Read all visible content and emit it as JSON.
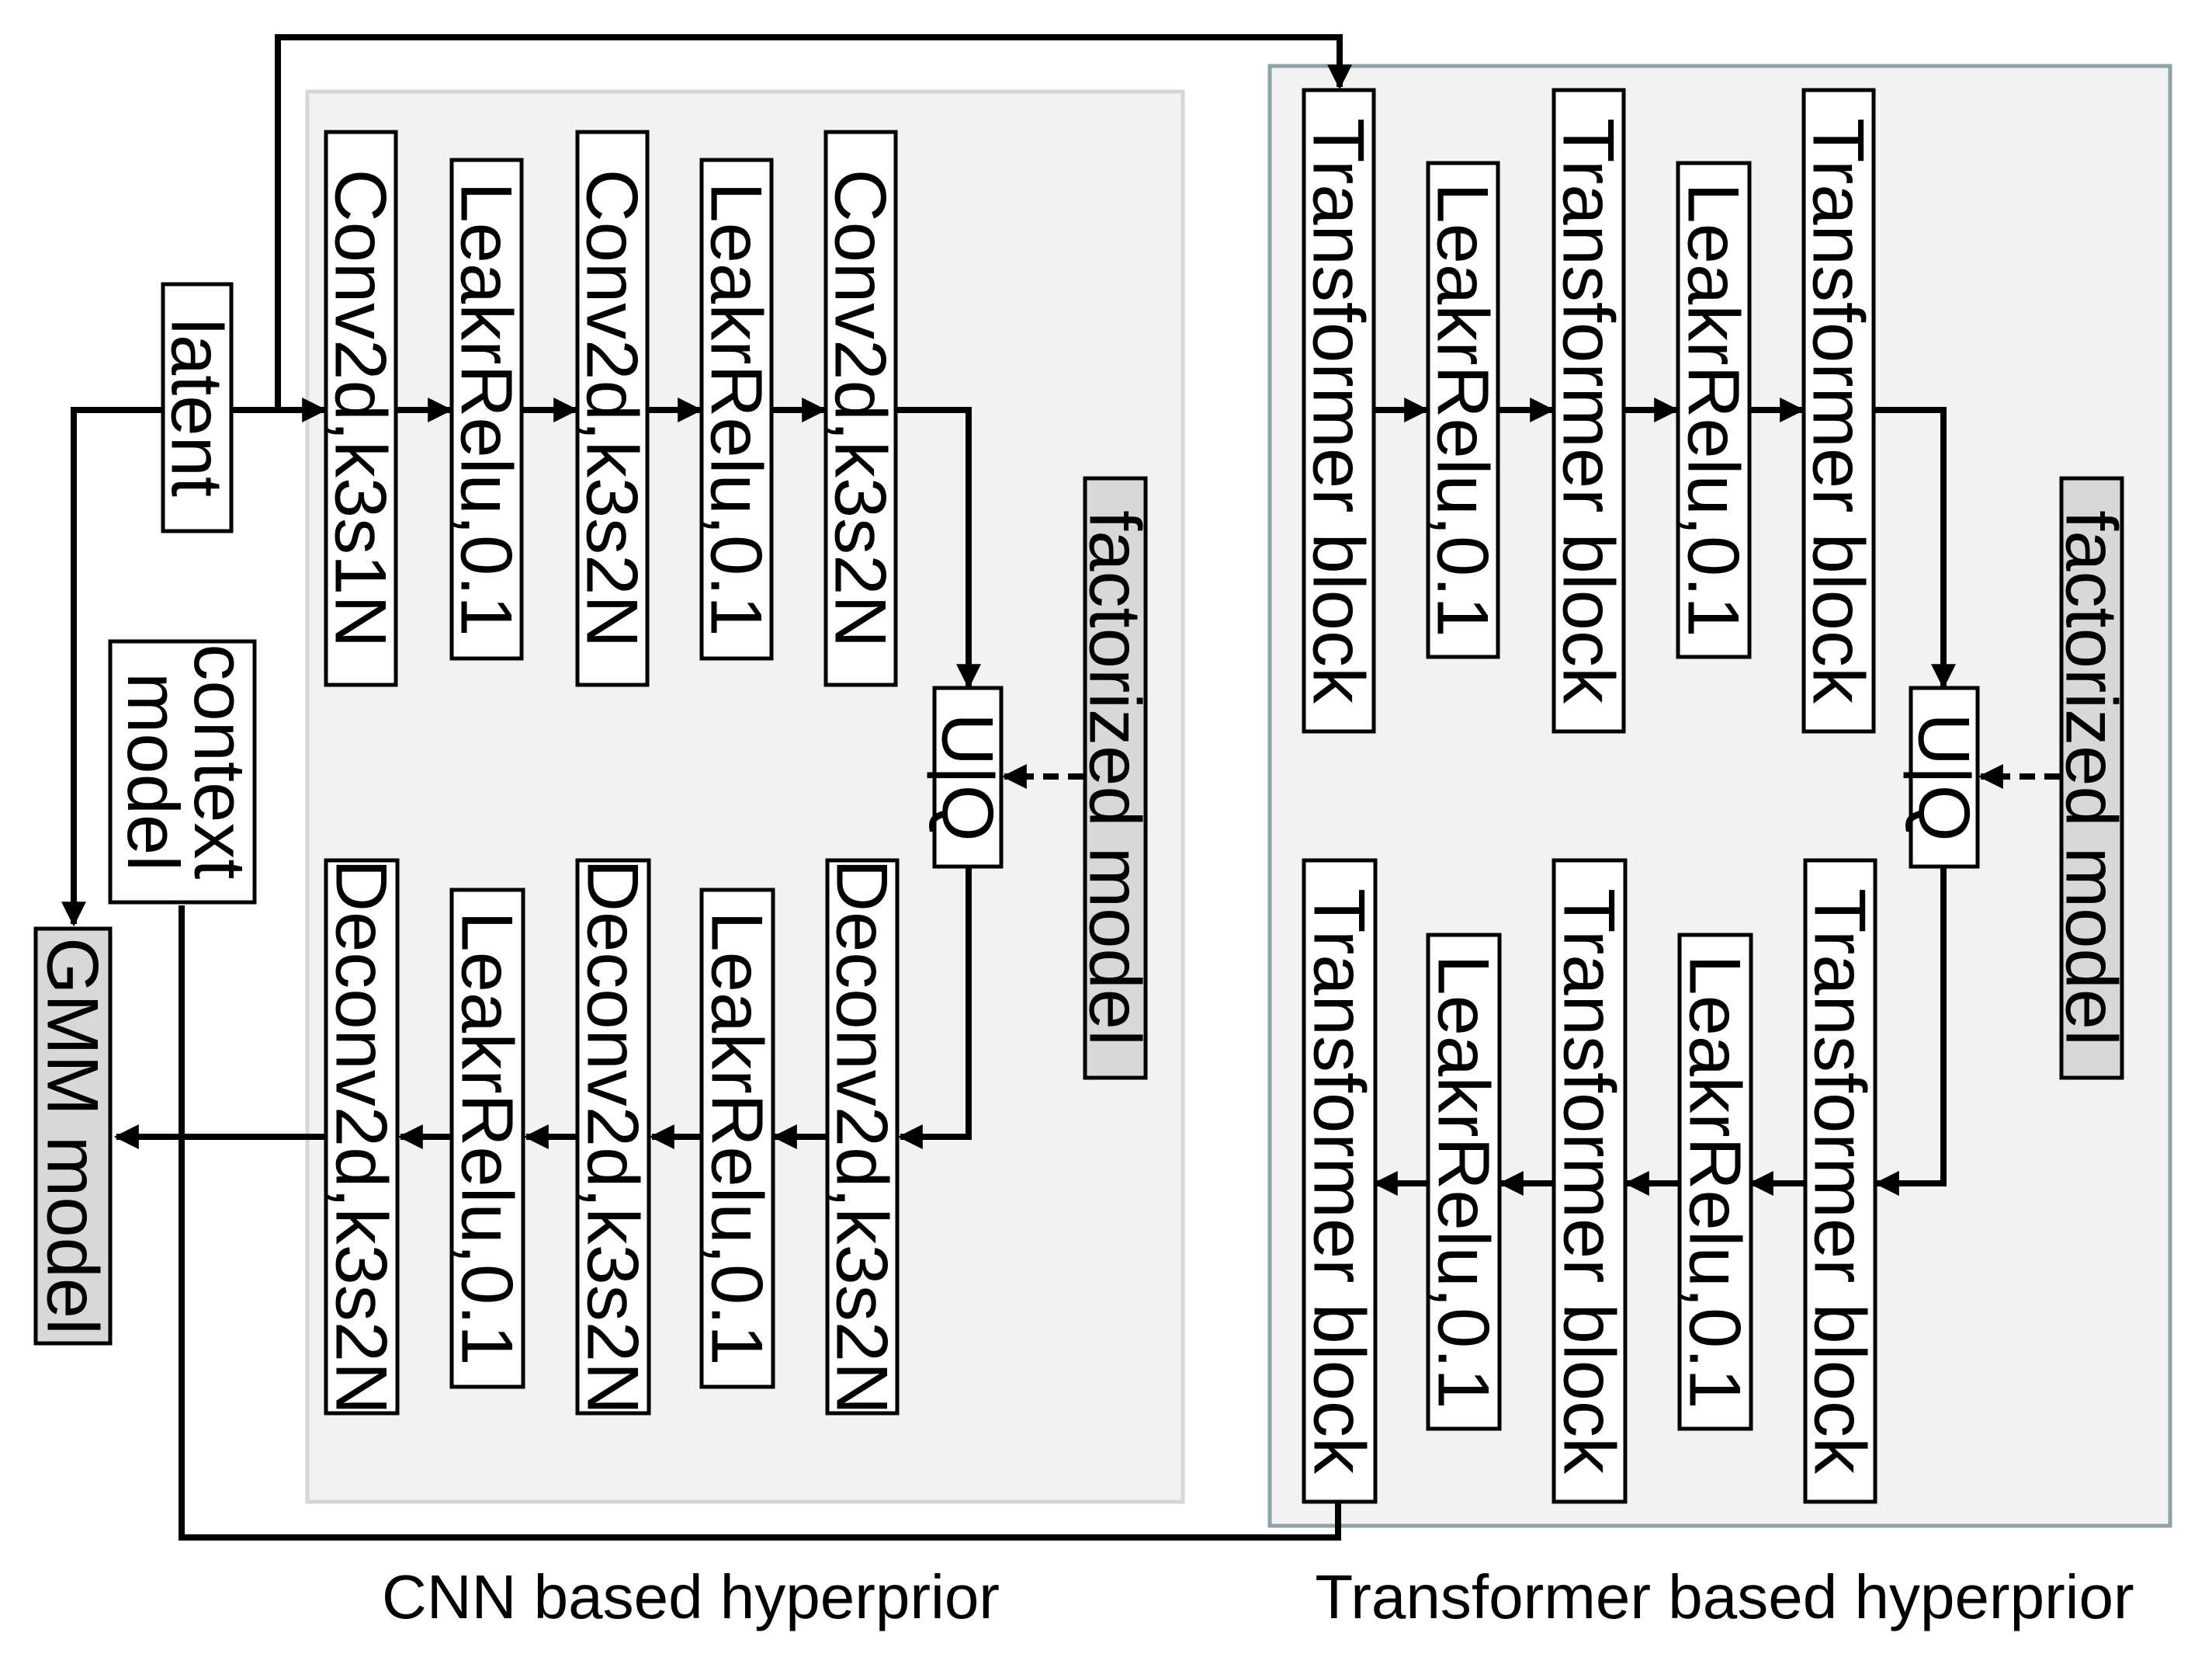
{
  "nodes": {
    "latent": "latent",
    "context_model": "context\nmodel",
    "gmm_model": "GMM model",
    "cnn_enc1": "Conv2d,k3s1N",
    "cnn_enc2": "LeakrRelu,0.1",
    "cnn_enc3": "Conv2d,k3s2N",
    "cnn_enc4": "LeakrRelu,0.1",
    "cnn_enc5": "Conv2d,k3s2N",
    "cnn_uq": "U|Q",
    "cnn_factorized": "factorized model",
    "cnn_dec1": "Deconv2d,k3s2N",
    "cnn_dec2": "LeakrRelu,0.1",
    "cnn_dec3": "Deconv2d,k3s2N",
    "cnn_dec4": "LeakrRelu,0.1",
    "cnn_dec5": "Deconv2d,k3s2N",
    "tr_enc1": "Transformer block",
    "tr_enc2": "LeakrRelu,0.1",
    "tr_enc3": "Transformer block",
    "tr_enc4": "LeakrRelu,0.1",
    "tr_enc5": "Transformer block",
    "tr_uq": "U|Q",
    "tr_factorized": "factorized model",
    "tr_dec1": "Transformer block",
    "tr_dec2": "LeakrRelu,0.1",
    "tr_dec3": "Transformer block",
    "tr_dec4": "LeakrRelu,0.1",
    "tr_dec5": "Transformer block"
  },
  "captions": {
    "cnn": "CNN based hyperprior",
    "transformer": "Transformer based hyperprior"
  },
  "colors": {
    "panel_fill": "#f2f2f2",
    "highlight_fill": "#d8d8d8",
    "transformer_panel_border": "#8ea3a8"
  }
}
